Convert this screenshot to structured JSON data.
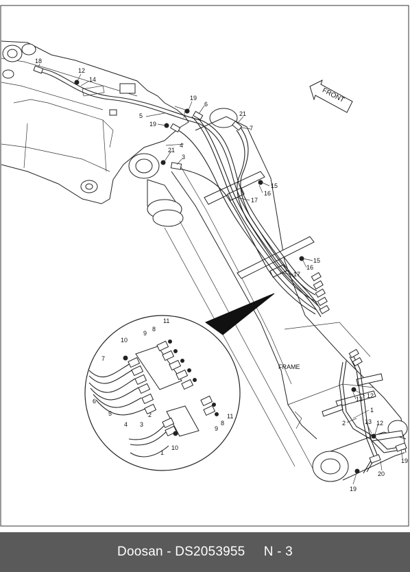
{
  "diagram": {
    "direction_label": "FRONT",
    "frame_label": "FRAME",
    "callouts": {
      "c18": "18",
      "c12a": "12",
      "c14": "14",
      "c19a": "19",
      "c6a": "6",
      "c5a": "5",
      "c19b": "19",
      "c21a": "21",
      "c7a": "7",
      "c4a": "4",
      "c21b": "21",
      "c3a": "3",
      "c15a": "15",
      "c16a": "16",
      "c17a": "17",
      "c15b": "15",
      "c16b": "16",
      "c17b": "17",
      "c1a": "1",
      "c2a": "2",
      "c13a": "13",
      "c12b": "12",
      "c13b": "13",
      "c12c": "12",
      "c19c": "19",
      "c20": "20",
      "c19d": "19",
      "d11a": "11",
      "d9a": "9",
      "d8a": "8",
      "d10a": "10",
      "d7": "7",
      "d6": "6",
      "d5": "5",
      "d4": "4",
      "d3": "3",
      "d2": "2",
      "d11b": "11",
      "d8b": "8",
      "d9b": "9",
      "d1": "1",
      "d10b": "10"
    }
  },
  "footer": {
    "text": "Doosan - DS2053955     N - 3"
  }
}
